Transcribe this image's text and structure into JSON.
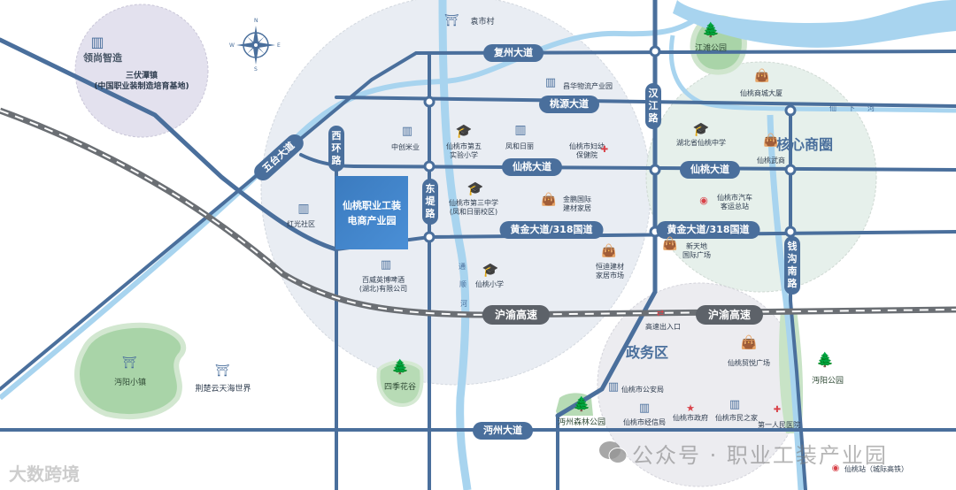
{
  "colors": {
    "road": "#4a6f9c",
    "river": "#a8d4ef",
    "highway": "#6b6f74",
    "zone_central": "#e9edf3",
    "zone_core": "#e6f0eb",
    "zone_gov": "#ececf0",
    "zone_lingshang": "#e3e1ee",
    "park": "#a9d4a8",
    "hub": "#3b7bbf"
  },
  "compass": {
    "n": "N",
    "s": "S",
    "e": "E",
    "w": "W"
  },
  "districts": {
    "core": "核心商圈",
    "government": "政务区"
  },
  "hub": {
    "line1": "仙桃职业工装",
    "line2": "电商产业园"
  },
  "roads": {
    "fuzhou": "复州大道",
    "taoyuan": "桃源大道",
    "xiantao_west": "仙桃大道",
    "xiantao_east": "仙桃大道",
    "huangjin_west": "黄金大道/318国道",
    "huangjin_east": "黄金大道/318国道",
    "huyu_west": "沪渝高速",
    "huyu_east": "沪渝高速",
    "mianzhou": "沔州大道",
    "hanjiang": "汉江路",
    "xihuan": "西环路",
    "dongdi": "东堤路",
    "qiangou": "钱沟南路",
    "wutai": "五台大道"
  },
  "rivers": {
    "tongshun": [
      "通",
      "顺",
      "河"
    ],
    "xianxia": [
      "仙",
      "下",
      "河"
    ]
  },
  "places": {
    "lingshang": "领尚智造",
    "sanfu_1": "三伏潭镇",
    "sanfu_2": "(中国职业装制造培育基地)",
    "yuanshi": "袁市村",
    "changhua": "昌华物流产业园",
    "zhongchuang": "中创米业",
    "school5_1": "仙桃市第五",
    "school5_2": "实验小学",
    "fenghe": "凤和日丽",
    "fuyou_1": "仙桃市妇幼",
    "fuyou_2": "保健院",
    "hongguang": "红光社区",
    "school3_1": "仙桃市第三中学",
    "school3_2": "(凤和日丽校区)",
    "jinpeng_1": "金鹏国际",
    "jinpeng_2": "建材家居",
    "budweiser_1": "百威英博啤酒",
    "budweiser_2": "(湖北)有限公司",
    "xiantao_primary": "仙桃小学",
    "hengdi_1": "恒迪建材",
    "hengdi_2": "家居市场",
    "jiangtan": "江滩公园",
    "shangcheng": "仙桃商城大厦",
    "xiantao_high": "湖北省仙桃中学",
    "wushang": "仙桃武商",
    "bus_1": "仙桃市汽车",
    "bus_2": "客运总站",
    "xintiandi_1": "新天地",
    "xintiandi_2": "国际广场",
    "exit": "高速出入口",
    "maoyi": "仙桃贸悦广场",
    "police": "仙桃市公安局",
    "jingxin": "仙桃市经信局",
    "gov": "仙桃市政府",
    "citizen": "仙桃市民之家",
    "hospital": "第一人民医院",
    "mianyang_park": "沔阳公园",
    "mianyang_town": "沔阳小镇",
    "jingchu": "荆楚云天海世界",
    "siji": "四季花谷",
    "mianzhou_forest": "沔州森林公园",
    "station": "仙桃站（城际高铁）"
  },
  "watermark": "公众号 · 职业工装产业园",
  "brand": "大数跨境"
}
